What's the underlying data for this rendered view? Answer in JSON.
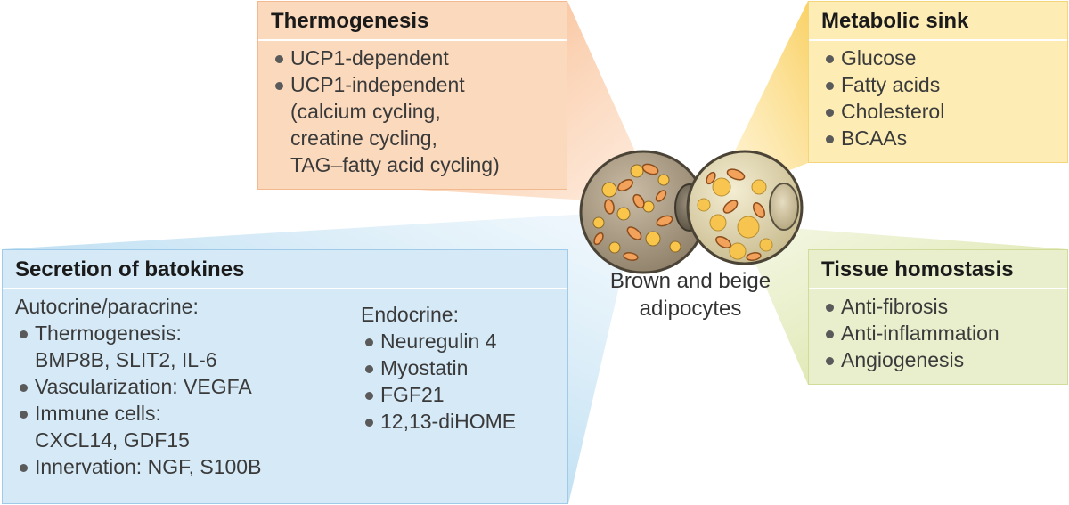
{
  "colors": {
    "thermogenesis": "#fbd9bd",
    "metabolic_sink": "#fdedb5",
    "tissue_homeostasis": "#e9efcd",
    "secretion": "#d5e9f6",
    "brown_cell": "#b5a690",
    "beige_cell": "#e9e0b8",
    "mitochondria": "#f3a25c",
    "lipid_droplet": "#f9c54a"
  },
  "thermogenesis": {
    "title": "Thermogenesis",
    "items": [
      {
        "text": "UCP1-dependent",
        "continuation": []
      },
      {
        "text": "UCP1-independent",
        "continuation": [
          "(calcium cycling,",
          "creatine cycling,",
          "TAG–fatty acid cycling)"
        ]
      }
    ]
  },
  "metabolic_sink": {
    "title": "Metabolic sink",
    "items": [
      "Glucose",
      "Fatty acids",
      "Cholesterol",
      "BCAAs"
    ]
  },
  "tissue_homeostasis": {
    "title": "Tissue homostasis",
    "items": [
      "Anti-fibrosis",
      "Anti-inflammation",
      "Angiogenesis"
    ]
  },
  "secretion": {
    "title": "Secretion of batokines",
    "autocrine": {
      "heading": "Autocrine/paracrine:",
      "items": [
        {
          "text": "Thermogenesis:",
          "continuation": "BMP8B, SLIT2, IL-6"
        },
        {
          "text": "Vascularization: VEGFA",
          "continuation": ""
        },
        {
          "text": "Immune cells:",
          "continuation": "CXCL14, GDF15"
        },
        {
          "text": "Innervation: NGF, S100B",
          "continuation": ""
        }
      ]
    },
    "endocrine": {
      "heading": "Endocrine:",
      "items": [
        "Neuregulin 4",
        "Myostatin",
        "FGF21",
        "12,13-diHOME"
      ]
    }
  },
  "cells": {
    "caption_line1": "Brown and beige",
    "caption_line2": "adipocytes"
  }
}
